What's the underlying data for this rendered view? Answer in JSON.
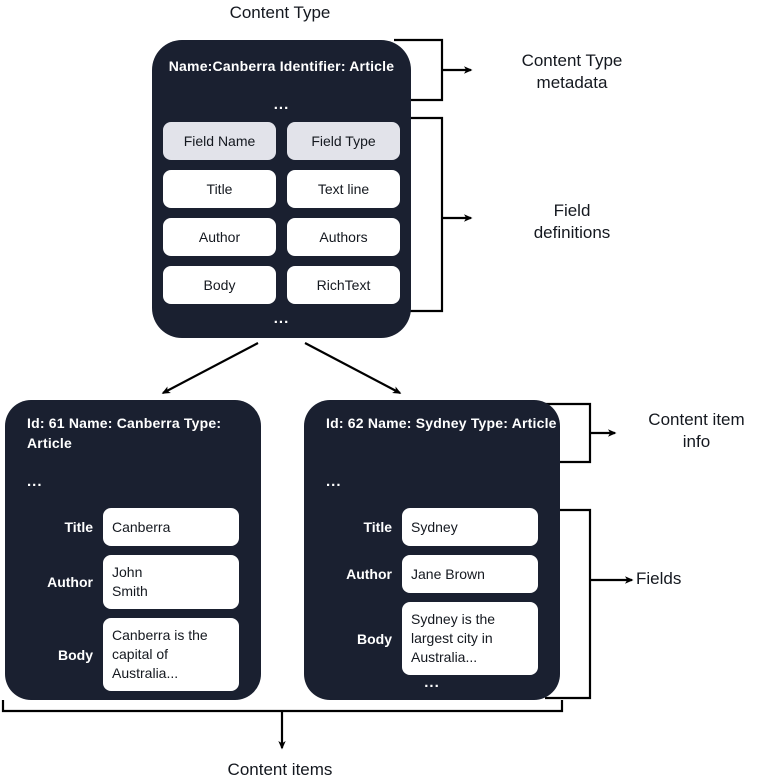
{
  "diagram": {
    "title_top": "Content Type",
    "title_bottom": "Content items"
  },
  "content_type": {
    "meta_lines": "Name:Canberra\nIdentifier: Article",
    "ellipsis": "...",
    "field_definitions": {
      "headers": [
        "Field Name",
        "Field Type"
      ],
      "rows": [
        [
          "Title",
          "Text line"
        ],
        [
          "Author",
          "Authors"
        ],
        [
          "Body",
          "RichText"
        ]
      ]
    },
    "annotations": {
      "metadata": "Content Type\nmetadata",
      "field_definitions": "Field\ndefinitions"
    }
  },
  "content_items": [
    {
      "info": "Id: 61\nName: Canberra\nType: Article",
      "ellipsis": "...",
      "fields": [
        {
          "label": "Title",
          "value": "Canberra"
        },
        {
          "label": "Author",
          "value": "John\nSmith"
        },
        {
          "label": "Body",
          "value": "Canberra is the capital of Australia..."
        }
      ]
    },
    {
      "info": "Id: 62\nName: Sydney\nType: Article",
      "ellipsis": "...",
      "fields": [
        {
          "label": "Title",
          "value": "Sydney"
        },
        {
          "label": "Author",
          "value": "Jane Brown"
        },
        {
          "label": "Body",
          "value": "Sydney is the largest city in Australia..."
        }
      ]
    }
  ],
  "annotations": {
    "content_item_info": "Content item\ninfo",
    "fields": "Fields"
  },
  "colors": {
    "card_background": "#1a2030",
    "card_text": "#ffffff",
    "field_box": "#ffffff",
    "header_box": "#e2e3ea",
    "page_text": "#14181f",
    "connector": "#000000"
  }
}
